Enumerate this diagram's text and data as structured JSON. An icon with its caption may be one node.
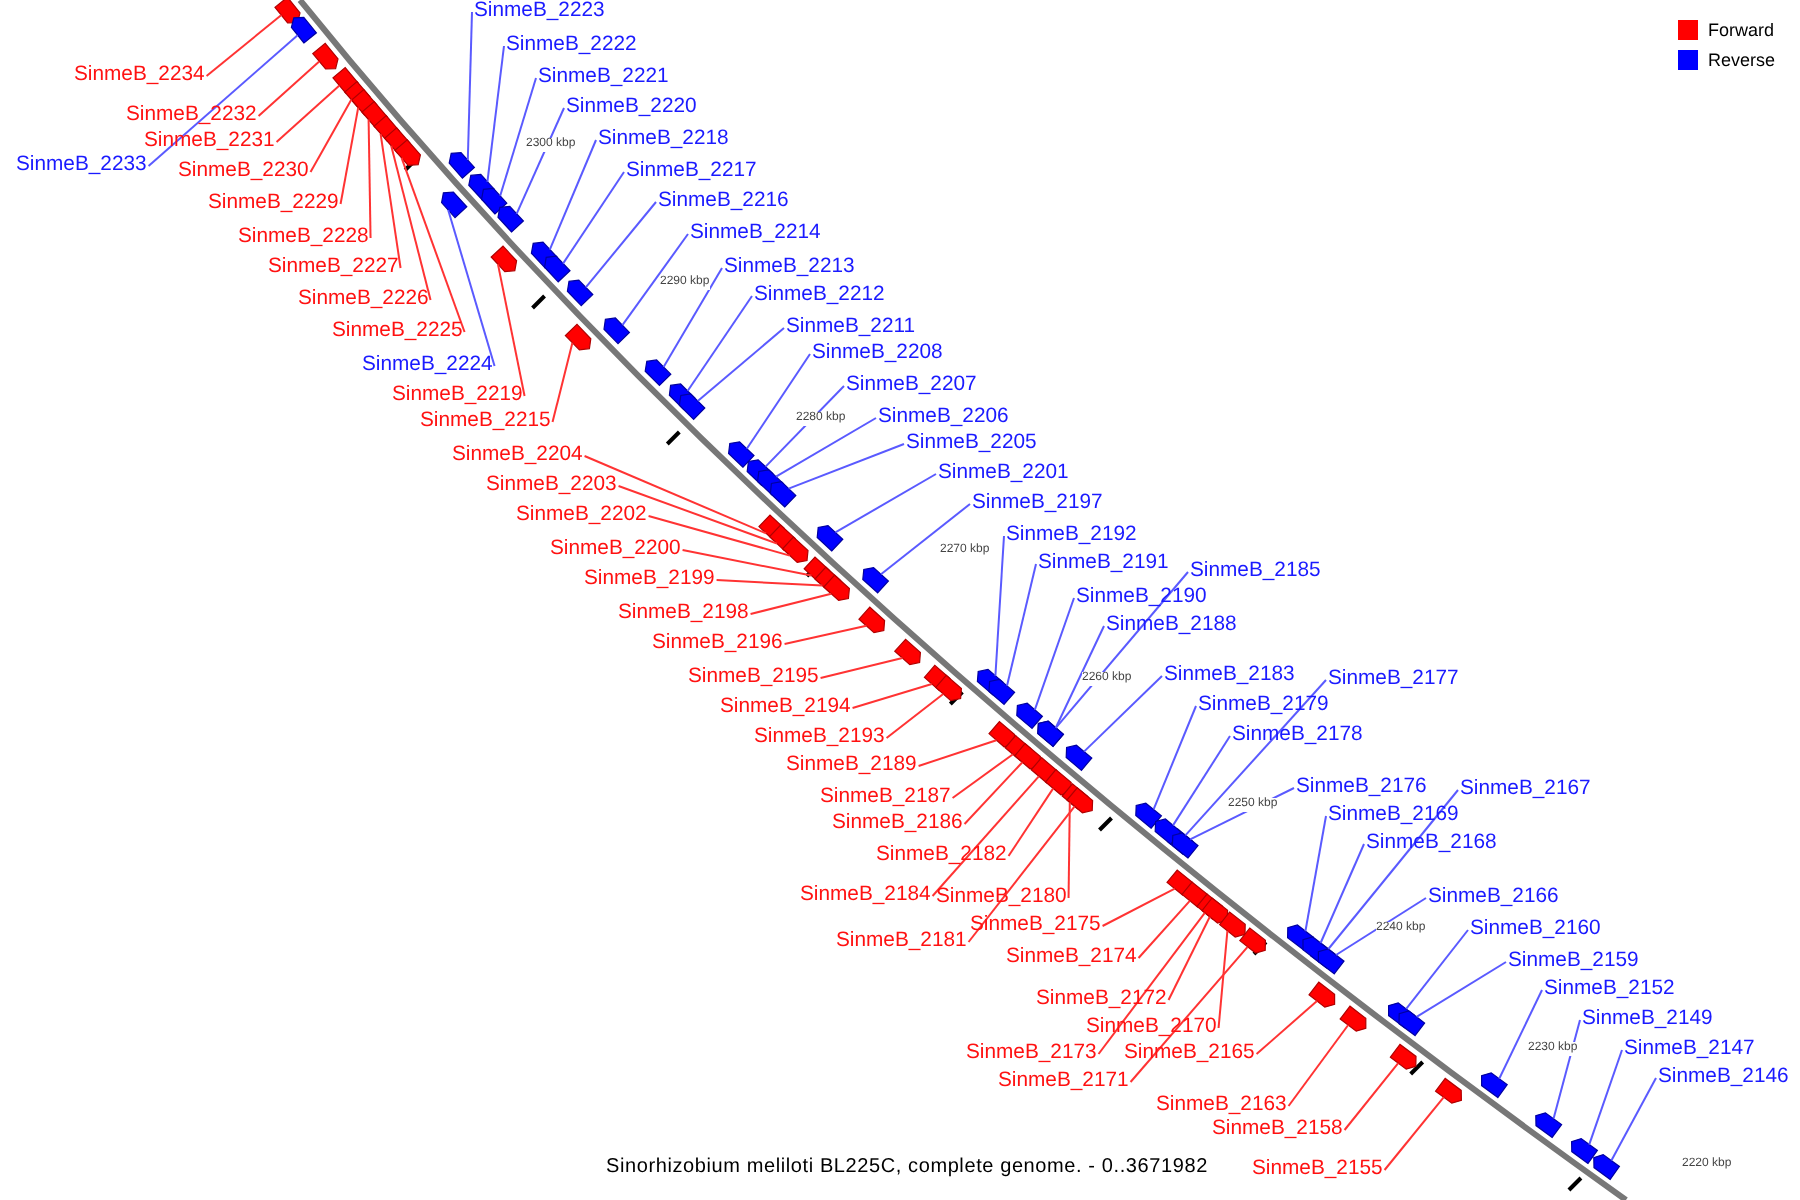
{
  "diagram": {
    "caption": "Sinorhizobium meliloti BL225C, complete genome. - 0..3671982",
    "nodes": [
      {
        "text": [
          "SinmeB_2223"
        ]
      },
      {
        "text": [
          "SinmeB_2222"
        ]
      },
      {
        "text": [
          "SinmeB_2234"
        ]
      },
      {
        "text": [
          "SinmeB_2221"
        ]
      },
      {
        "text": [
          "SinmeB_2220"
        ]
      },
      {
        "text": [
          "SinmeB_2232"
        ]
      },
      {
        "text": [
          "SinmeB_2218"
        ]
      },
      {
        "text": [
          "SinmeB_2231"
        ]
      },
      {
        "text": [
          "SinmeB_2233"
        ]
      },
      {
        "text": [
          "SinmeB_2217"
        ]
      },
      {
        "text": [
          "SinmeB_2230"
        ]
      },
      {
        "text": [
          "SinmeB_2216"
        ]
      },
      {
        "text": [
          "SinmeB_2229"
        ]
      },
      {
        "text": [
          "SinmeB_2214"
        ]
      },
      {
        "text": [
          "SinmeB_2228"
        ]
      },
      {
        "text": [
          "SinmeB_2213"
        ]
      },
      {
        "text": [
          "SinmeB_2227"
        ]
      },
      {
        "text": [
          "SinmeB_2212"
        ]
      },
      {
        "text": [
          "SinmeB_2226"
        ]
      },
      {
        "text": [
          "SinmeB_2211"
        ]
      },
      {
        "text": [
          "SinmeB_2225"
        ]
      },
      {
        "text": [
          "SinmeB_2208"
        ]
      },
      {
        "text": [
          "SinmeB_2224"
        ]
      },
      {
        "text": [
          "SinmeB_2207"
        ]
      },
      {
        "text": [
          "SinmeB_2219"
        ]
      },
      {
        "text": [
          "SinmeB_2206"
        ]
      },
      {
        "text": [
          "SinmeB_2215"
        ]
      },
      {
        "text": [
          "SinmeB_2205"
        ]
      },
      {
        "text": [
          "SinmeB_2204"
        ]
      },
      {
        "text": [
          "SinmeB_2201"
        ]
      },
      {
        "text": [
          "SinmeB_2203"
        ]
      },
      {
        "text": [
          "SinmeB_2197"
        ]
      },
      {
        "text": [
          "SinmeB_2202"
        ]
      },
      {
        "text": [
          "SinmeB_2192"
        ]
      },
      {
        "text": [
          "SinmeB_2200"
        ]
      },
      {
        "text": [
          "SinmeB_2191"
        ]
      },
      {
        "text": [
          "SinmeB_2185"
        ]
      },
      {
        "text": [
          "SinmeB_2199"
        ]
      },
      {
        "text": [
          "SinmeB_2190"
        ]
      },
      {
        "text": [
          "SinmeB_2198"
        ]
      },
      {
        "text": [
          "SinmeB_2188"
        ]
      },
      {
        "text": [
          "SinmeB_2196"
        ]
      },
      {
        "text": [
          "SinmeB_2183"
        ]
      },
      {
        "text": [
          "SinmeB_2195"
        ]
      },
      {
        "text": [
          "SinmeB_2177"
        ]
      },
      {
        "text": [
          "SinmeB_2179"
        ]
      },
      {
        "text": [
          "SinmeB_2194"
        ]
      },
      {
        "text": [
          "SinmeB_2178"
        ]
      },
      {
        "text": [
          "SinmeB_2193"
        ]
      },
      {
        "text": [
          "SinmeB_2189"
        ]
      },
      {
        "text": [
          "SinmeB_2176"
        ]
      },
      {
        "text": [
          "SinmeB_2167"
        ]
      },
      {
        "text": [
          "SinmeB_2187"
        ]
      },
      {
        "text": [
          "SinmeB_2169"
        ]
      },
      {
        "text": [
          "SinmeB_2186"
        ]
      },
      {
        "text": [
          "SinmeB_2168"
        ]
      },
      {
        "text": [
          "SinmeB_2182"
        ]
      },
      {
        "text": [
          "SinmeB_2184"
        ]
      },
      {
        "text": [
          "SinmeB_2180"
        ]
      },
      {
        "text": [
          "SinmeB_2166"
        ]
      },
      {
        "text": [
          "SinmeB_2175"
        ]
      },
      {
        "text": [
          "SinmeB_2160"
        ]
      },
      {
        "text": [
          "SinmeB_2181"
        ]
      },
      {
        "text": [
          "SinmeB_2174"
        ]
      },
      {
        "text": [
          "SinmeB_2159"
        ]
      },
      {
        "text": [
          "SinmeB_2152"
        ]
      },
      {
        "text": [
          "SinmeB_2172"
        ]
      },
      {
        "text": [
          "SinmeB_2149"
        ]
      },
      {
        "text": [
          "SinmeB_2170"
        ]
      },
      {
        "text": [
          "SinmeB_2147"
        ]
      },
      {
        "text": [
          "SinmeB_2173"
        ]
      },
      {
        "text": [
          "SinmeB_2165"
        ]
      },
      {
        "text": [
          "SinmeB_2146"
        ]
      },
      {
        "text": [
          "SinmeB_2171"
        ]
      },
      {
        "text": [
          "SinmeB_2163"
        ]
      },
      {
        "text": [
          "SinmeB_2158"
        ]
      },
      {
        "text": [
          "SinmeB_2155"
        ]
      },
      {
        "text": [],
        "shape": "box"
      },
      {
        "text": [],
        "shape": "box"
      },
      {
        "text": [],
        "shape": "box"
      },
      {
        "text": [],
        "shape": "box"
      },
      {
        "text": [],
        "shape": "box"
      },
      {
        "text": [],
        "shape": "box"
      },
      {
        "text": [],
        "shape": "box"
      },
      {
        "text": [],
        "shape": "box"
      },
      {
        "text": [],
        "shape": "box"
      },
      {
        "text": [],
        "shape": "box"
      },
      {
        "text": [],
        "shape": "box"
      },
      {
        "text": [],
        "shape": "box"
      },
      {
        "text": [],
        "shape": "box"
      },
      {
        "text": [],
        "shape": "box"
      },
      {
        "text": [],
        "shape": "box"
      },
      {
        "text": [],
        "shape": "box"
      },
      {
        "text": [],
        "shape": "box"
      },
      {
        "text": [],
        "shape": "box"
      },
      {
        "text": [],
        "shape": "box"
      },
      {
        "text": [],
        "shape": "box"
      },
      {
        "text": [],
        "shape": "box"
      },
      {
        "text": [],
        "shape": "box"
      },
      {
        "text": [],
        "shape": "box"
      },
      {
        "text": [],
        "shape": "box"
      },
      {
        "text": [],
        "shape": "box"
      },
      {
        "text": [],
        "shape": "box"
      },
      {
        "text": [],
        "shape": "box"
      },
      {
        "text": [],
        "shape": "box"
      },
      {
        "text": [],
        "shape": "box"
      },
      {
        "text": [],
        "shape": "box"
      },
      {
        "text": [],
        "shape": "box"
      },
      {
        "text": [],
        "shape": "box"
      },
      {
        "text": [],
        "shape": "box"
      },
      {
        "text": [],
        "shape": "box"
      },
      {
        "text": [],
        "shape": "box"
      },
      {
        "text": [],
        "shape": "box"
      },
      {
        "text": [],
        "shape": "box"
      },
      {
        "text": [],
        "shape": "box"
      },
      {
        "text": [],
        "shape": "box"
      },
      {
        "text": [],
        "shape": "box"
      },
      {
        "text": [],
        "shape": "box"
      },
      {
        "text": [],
        "shape": "box"
      },
      {
        "text": [],
        "shape": "box"
      },
      {
        "text": [],
        "shape": "box"
      },
      {
        "text": [],
        "shape": "box"
      },
      {
        "text": [],
        "shape": "box"
      },
      {
        "text": [],
        "shape": "box"
      },
      {
        "text": [],
        "shape": "box"
      },
      {
        "text": [],
        "shape": "box"
      },
      {
        "text": [],
        "shape": "box"
      },
      {
        "text": [],
        "shape": "box"
      },
      {
        "text": [],
        "shape": "box"
      },
      {
        "text": [],
        "shape": "box"
      },
      {
        "text": [],
        "shape": "box"
      },
      {
        "text": [],
        "shape": "box"
      },
      {
        "text": [],
        "shape": "box"
      },
      {
        "text": [],
        "shape": "box"
      },
      {
        "text": [],
        "shape": "box"
      },
      {
        "text": [],
        "shape": "box"
      },
      {
        "text": [],
        "shape": "box"
      },
      {
        "text": [],
        "shape": "box"
      },
      {
        "text": [],
        "shape": "box"
      },
      {
        "text": [],
        "shape": "box"
      },
      {
        "text": [],
        "shape": "box"
      },
      {
        "text": [],
        "shape": "box"
      },
      {
        "text": [],
        "shape": "box"
      },
      {
        "text": [],
        "shape": "box"
      },
      {
        "text": [],
        "shape": "box"
      },
      {
        "text": [],
        "shape": "box"
      },
      {
        "text": [],
        "shape": "box"
      },
      {
        "text": [],
        "shape": "box"
      },
      {
        "text": [],
        "shape": "box"
      },
      {
        "text": [],
        "shape": "box"
      },
      {
        "text": [],
        "shape": "box"
      },
      {
        "text": [],
        "shape": "box"
      },
      {
        "text": [],
        "shape": "box"
      },
      {
        "text": [],
        "shape": "box"
      }
    ],
    "edges": [
      {
        "from": 0,
        "to": 84,
        "arrow": "none"
      },
      {
        "from": 1,
        "to": 87,
        "arrow": "none"
      },
      {
        "from": 2,
        "to": 77,
        "arrow": "none",
        "color": "#ff3333"
      },
      {
        "from": 3,
        "to": 89,
        "arrow": "none"
      },
      {
        "from": 4,
        "to": 90,
        "arrow": "none"
      },
      {
        "from": 5,
        "to": 79,
        "arrow": "none",
        "color": "#ff3333"
      },
      {
        "from": 6,
        "to": 92,
        "arrow": "none"
      },
      {
        "from": 7,
        "to": 80,
        "arrow": "none",
        "color": "#ff3333"
      },
      {
        "from": 8,
        "to": 78,
        "arrow": "none"
      },
      {
        "from": 9,
        "to": 93,
        "arrow": "none"
      },
      {
        "from": 10,
        "to": 81,
        "arrow": "none",
        "color": "#ff3333"
      },
      {
        "from": 11,
        "to": 94,
        "arrow": "none"
      },
      {
        "from": 12,
        "to": 82,
        "arrow": "none",
        "color": "#ff3333"
      },
      {
        "from": 13,
        "to": 96,
        "arrow": "none"
      },
      {
        "from": 14,
        "to": 83,
        "arrow": "none",
        "color": "#ff3333"
      },
      {
        "from": 15,
        "to": 97,
        "arrow": "none"
      },
      {
        "from": 16,
        "to": 85,
        "arrow": "none",
        "color": "#ff3333"
      },
      {
        "from": 17,
        "to": 99,
        "arrow": "none"
      },
      {
        "from": 18,
        "to": 86,
        "arrow": "none",
        "color": "#ff3333"
      },
      {
        "from": 19,
        "to": 100,
        "arrow": "none"
      },
      {
        "from": 20,
        "to": 88,
        "arrow": "none",
        "color": "#ff3333"
      },
      {
        "from": 21,
        "to": 101,
        "arrow": "none"
      },
      {
        "from": 22,
        "to": 91,
        "arrow": "none"
      },
      {
        "from": 23,
        "to": 102,
        "arrow": "none"
      },
      {
        "from": 24,
        "to": 95,
        "arrow": "none",
        "color": "#ff3333"
      },
      {
        "from": 25,
        "to": 103,
        "arrow": "none"
      },
      {
        "from": 26,
        "to": 98,
        "arrow": "none",
        "color": "#ff3333"
      },
      {
        "from": 27,
        "to": 104,
        "arrow": "none"
      },
      {
        "from": 28,
        "to": 106,
        "arrow": "none",
        "color": "#ff3333"
      },
      {
        "from": 29,
        "to": 105,
        "arrow": "none"
      },
      {
        "from": 30,
        "to": 108,
        "arrow": "none",
        "color": "#ff3333"
      },
      {
        "from": 31,
        "to": 107,
        "arrow": "none"
      },
      {
        "from": 32,
        "to": 109,
        "arrow": "none",
        "color": "#ff3333"
      },
      {
        "from": 33,
        "to": 114,
        "arrow": "none"
      },
      {
        "from": 34,
        "to": 110,
        "arrow": "none",
        "color": "#ff3333"
      },
      {
        "from": 35,
        "to": 115,
        "arrow": "none"
      },
      {
        "from": 36,
        "to": 119,
        "arrow": "none"
      },
      {
        "from": 37,
        "to": 111,
        "arrow": "none",
        "color": "#ff3333"
      },
      {
        "from": 38,
        "to": 117,
        "arrow": "none"
      },
      {
        "from": 39,
        "to": 112,
        "arrow": "none",
        "color": "#ff3333"
      },
      {
        "from": 40,
        "to": 120,
        "arrow": "none"
      },
      {
        "from": 41,
        "to": 113,
        "arrow": "none",
        "color": "#ff3333"
      },
      {
        "from": 42,
        "to": 122,
        "arrow": "none"
      },
      {
        "from": 43,
        "to": 116,
        "arrow": "none",
        "color": "#ff3333"
      },
      {
        "from": 44,
        "to": 129,
        "arrow": "none"
      },
      {
        "from": 45,
        "to": 127,
        "arrow": "none"
      },
      {
        "from": 46,
        "to": 118,
        "arrow": "none",
        "color": "#ff3333"
      },
      {
        "from": 47,
        "to": 130,
        "arrow": "none"
      },
      {
        "from": 48,
        "to": 121,
        "arrow": "none",
        "color": "#ff3333"
      },
      {
        "from": 49,
        "to": 123,
        "arrow": "none",
        "color": "#ff3333"
      },
      {
        "from": 50,
        "to": 132,
        "arrow": "none"
      },
      {
        "from": 51,
        "to": 137,
        "arrow": "none"
      },
      {
        "from": 52,
        "to": 124,
        "arrow": "none",
        "color": "#ff3333"
      },
      {
        "from": 53,
        "to": 135,
        "arrow": "none"
      },
      {
        "from": 54,
        "to": 125,
        "arrow": "none",
        "color": "#ff3333"
      },
      {
        "from": 55,
        "to": 138,
        "arrow": "none"
      },
      {
        "from": 56,
        "to": 128,
        "arrow": "none",
        "color": "#ff3333"
      },
      {
        "from": 57,
        "to": 126,
        "arrow": "none",
        "color": "#ff3333"
      },
      {
        "from": 58,
        "to": 131,
        "arrow": "none",
        "color": "#ff3333"
      },
      {
        "from": 59,
        "to": 140,
        "arrow": "none"
      },
      {
        "from": 60,
        "to": 134,
        "arrow": "none",
        "color": "#ff3333"
      },
      {
        "from": 61,
        "to": 144,
        "arrow": "none"
      },
      {
        "from": 62,
        "to": 133,
        "arrow": "none",
        "color": "#ff3333"
      },
      {
        "from": 63,
        "to": 136,
        "arrow": "none",
        "color": "#ff3333"
      },
      {
        "from": 64,
        "to": 145,
        "arrow": "none"
      },
      {
        "from": 65,
        "to": 148,
        "arrow": "none"
      },
      {
        "from": 66,
        "to": 141,
        "arrow": "none",
        "color": "#ff3333"
      },
      {
        "from": 67,
        "to": 150,
        "arrow": "none"
      },
      {
        "from": 68,
        "to": 142,
        "arrow": "none",
        "color": "#ff3333"
      },
      {
        "from": 69,
        "to": 152,
        "arrow": "none"
      },
      {
        "from": 70,
        "to": 139,
        "arrow": "none",
        "color": "#ff3333"
      },
      {
        "from": 71,
        "to": 146,
        "arrow": "none",
        "color": "#ff3333"
      },
      {
        "from": 72,
        "to": 153,
        "arrow": "none"
      },
      {
        "from": 73,
        "to": 143,
        "arrow": "none",
        "color": "#ff3333"
      },
      {
        "from": 74,
        "to": 147,
        "arrow": "none",
        "color": "#ff3333"
      },
      {
        "from": 75,
        "to": 149,
        "arrow": "none",
        "color": "#ff3333"
      },
      {
        "from": 76,
        "to": 151,
        "arrow": "none",
        "color": "#ff3333"
      }
    ],
    "labels": [
      "2300 kbp",
      "2290 kbp",
      "2280 kbp",
      "2270 kbp",
      "2260 kbp",
      "2250 kbp",
      "2240 kbp",
      "2230 kbp",
      "2220 kbp"
    ],
    "legend": [
      {
        "text": "Forward",
        "color": "#ff0000"
      },
      {
        "text": "Reverse",
        "color": "#0000ff"
      }
    ]
  }
}
